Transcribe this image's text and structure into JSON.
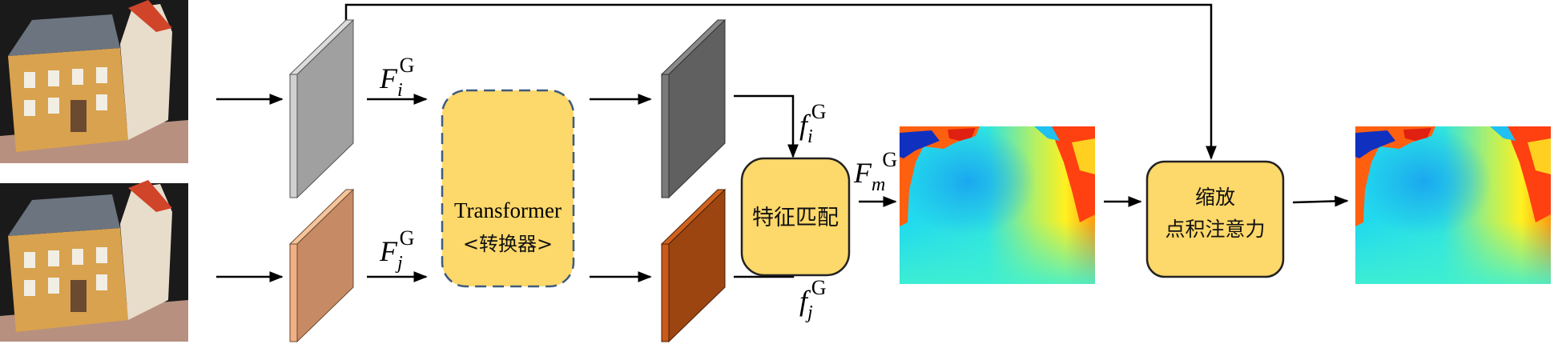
{
  "labels": {
    "feat_i": {
      "base": "F",
      "sub": "i",
      "sup": "G"
    },
    "feat_j": {
      "base": "F",
      "sub": "j",
      "sup": "G"
    },
    "small_i": {
      "base": "f",
      "sub": "i",
      "sup": "G"
    },
    "small_j": {
      "base": "f",
      "sub": "j",
      "sup": "G"
    },
    "matched": {
      "base": "F",
      "sub": "m",
      "sup": "G"
    }
  },
  "transformer": {
    "title": "Transformer",
    "subtitle": "<转换器>"
  },
  "matching": {
    "label": "特征匹配"
  },
  "attention": {
    "line1": "缩放",
    "line2": "点积注意力"
  },
  "colors": {
    "box_fill": "#FDD86A",
    "transformer_border": "#3F5B7E",
    "plate_gray": "#A0A0A0",
    "plate_dark": "#606060",
    "plate_orange": "#C68B65",
    "plate_brown": "#9C4511"
  }
}
